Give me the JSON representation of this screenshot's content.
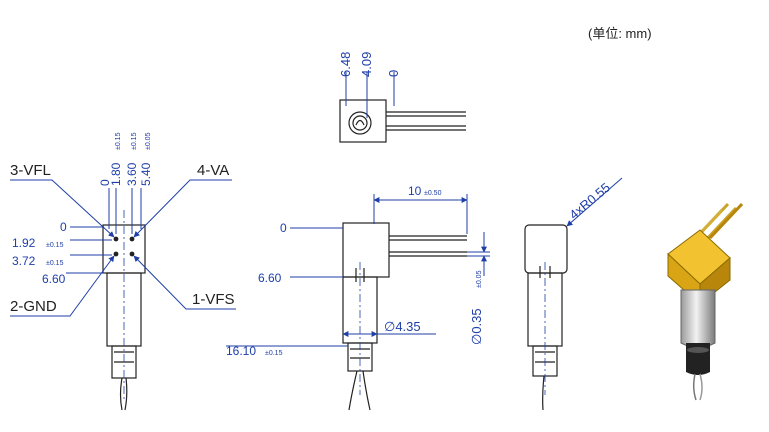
{
  "unit_label": "(单位: mm)",
  "colors": {
    "dimension": "#1f3fa8",
    "outline": "#222222",
    "part_gold": "#d9a514"
  },
  "top_view": {
    "d1": "6.48",
    "d2": "4.09",
    "d3": "0"
  },
  "front_view": {
    "top_dims": [
      "0",
      "1.80",
      "3.60",
      "5.40"
    ],
    "top_tols": [
      "±0.15",
      "±0.15",
      "±0.05"
    ],
    "left_dims": [
      "0",
      "1.92",
      "3.72",
      "6.60"
    ],
    "left_tols": [
      "±0.15",
      "±0.15"
    ],
    "pins": {
      "vfl": "3-VFL",
      "va": "4-VA",
      "gnd": "2-GND",
      "vfs": "1-VFS"
    }
  },
  "side_view": {
    "zero": "0",
    "height": "6.60",
    "length": "16.10",
    "length_tol": "±0.15",
    "diameter": "∅4.35",
    "pin_length": "10",
    "pin_length_tol": "±0.50",
    "pin_dia": "∅0.35",
    "pin_dia_tol": "±0.05"
  },
  "back_view": {
    "radius": "4xR0.55"
  }
}
